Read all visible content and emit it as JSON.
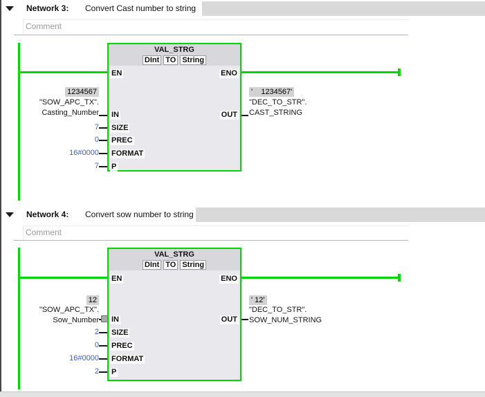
{
  "colors": {
    "power_rail_green": "#00D600",
    "constant_blue": "#3A5FCD",
    "monitor_value_bg": "#D2D2D2",
    "block_body": "#E9E9ED",
    "block_header": "#D8D8DC",
    "network_band_gray": "#D9D9D9"
  },
  "networks": [
    {
      "header": {
        "label": "Network 3:",
        "title": "Convert Cast number to string"
      },
      "comment": {
        "placeholder": "Comment"
      },
      "block": {
        "title": "VAL_STRG",
        "types": {
          "from": "DInt",
          "to_label": "TO",
          "to": "String"
        },
        "pins": {
          "en": "EN",
          "eno": "ENO",
          "in": "IN",
          "size": "SIZE",
          "prec": "PREC",
          "format": "FORMAT",
          "p": "P",
          "out": "OUT"
        }
      },
      "operands": {
        "in_monitor": "1234567",
        "in_name_line1": "\"SOW_APC_TX\".",
        "in_name_line2": "Casting_Number",
        "size_value": "7",
        "prec_value": "0",
        "format_value": "16#0000",
        "p_value": "7",
        "out_monitor": "'    1234567'",
        "out_name_line1": "\"DEC_TO_STR\".",
        "out_name_line2": "CAST_STRING"
      }
    },
    {
      "header": {
        "label": "Network 4:",
        "title": "Convert sow number to string"
      },
      "comment": {
        "placeholder": "Comment"
      },
      "block": {
        "title": "VAL_STRG",
        "types": {
          "from": "DInt",
          "to_label": "TO",
          "to": "String"
        },
        "pins": {
          "en": "EN",
          "eno": "ENO",
          "in": "IN",
          "size": "SIZE",
          "prec": "PREC",
          "format": "FORMAT",
          "p": "P",
          "out": "OUT"
        }
      },
      "operands": {
        "in_monitor": "12",
        "in_name_line1": "\"SOW_APC_TX\".",
        "in_name_line2": "Sow_Number",
        "size_value": "2",
        "prec_value": "0",
        "format_value": "16#0000",
        "p_value": "2",
        "out_monitor": "' 12'",
        "out_name_line1": "\"DEC_TO_STR\".",
        "out_name_line2": "SOW_NUM_STRING"
      }
    }
  ]
}
